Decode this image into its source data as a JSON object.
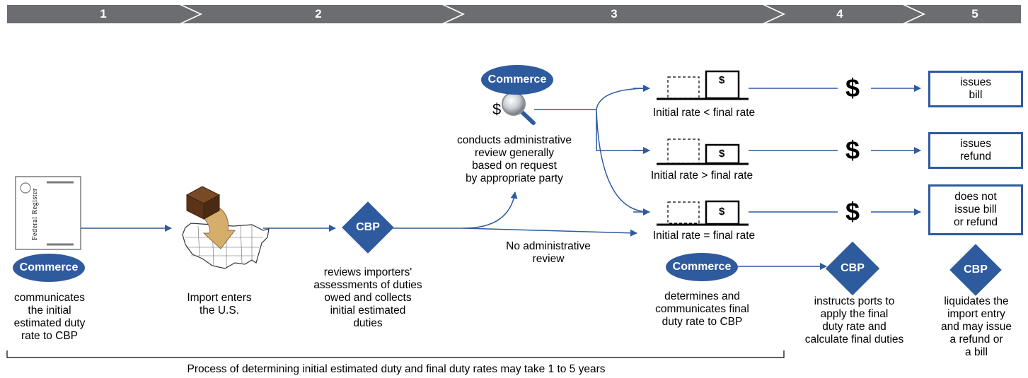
{
  "steps": [
    "1",
    "2",
    "3",
    "4",
    "5"
  ],
  "colors": {
    "banner": "#6b6d70",
    "accent": "#2e5a9e",
    "box_tan": "#d6ae6c",
    "box_brown": "#5b3418"
  },
  "icons": {
    "federal_register": "federal-register-document-icon",
    "import": "package-into-us-map-icon",
    "magnifier": "magnifying-glass-dollar-icon"
  },
  "federal_register_text": "Federal Register",
  "nodes": {
    "commerce_1": {
      "badge": "Commerce",
      "caption": [
        "communicates",
        "the initial",
        "estimated duty",
        "rate to CBP"
      ]
    },
    "import": {
      "caption": [
        "Import enters",
        "the U.S."
      ]
    },
    "cbp_1": {
      "badge": "CBP",
      "caption": [
        "reviews importers'",
        "assessments of duties",
        "owed and collects",
        "initial estimated",
        "duties"
      ]
    },
    "commerce_review": {
      "badge": "Commerce",
      "caption": [
        "conducts administrative",
        "review generally",
        "based on request",
        "by appropriate party"
      ]
    },
    "no_review": {
      "caption": [
        "No administrative",
        "review"
      ]
    },
    "commerce_final": {
      "badge": "Commerce",
      "caption": [
        "determines and",
        "communicates final",
        "duty rate to CBP"
      ]
    },
    "cbp_4": {
      "badge": "CBP",
      "caption": [
        "instructs ports to",
        "apply the final",
        "duty rate and",
        "calculate final duties"
      ]
    },
    "cbp_5": {
      "badge": "CBP",
      "caption": [
        "liquidates the",
        "import entry",
        "and may issue",
        "a refund or",
        "a bill"
      ]
    }
  },
  "comparisons": [
    {
      "label": "Initial rate < final rate",
      "small_dollar": "$",
      "big_dollar": "$",
      "outcome": [
        "issues",
        "bill"
      ]
    },
    {
      "label": "Initial rate > final rate",
      "small_dollar": "$",
      "big_dollar": "$",
      "outcome": [
        "issues",
        "refund"
      ]
    },
    {
      "label": "Initial rate = final rate",
      "small_dollar": "$",
      "big_dollar": "$",
      "outcome": [
        "does not",
        "issue bill",
        "or refund"
      ]
    }
  ],
  "footer": "Process of determining initial estimated duty and final duty rates may take 1 to 5 years"
}
